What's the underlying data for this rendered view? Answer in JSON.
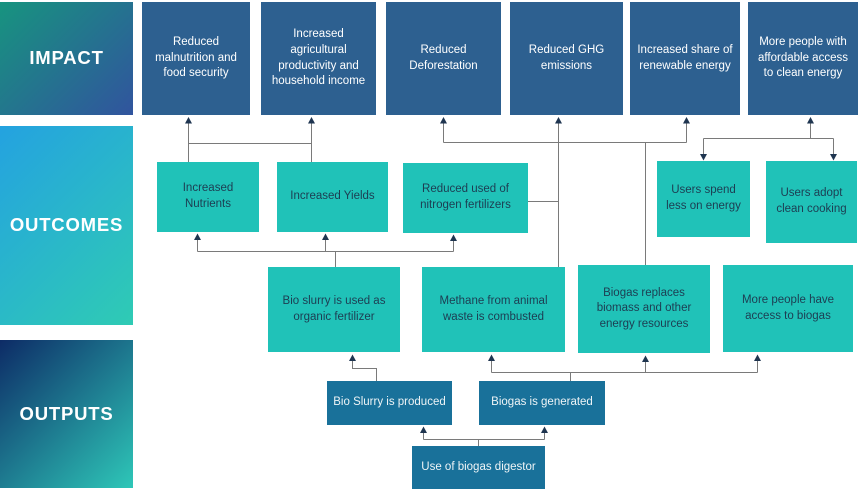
{
  "title": "Biogas digestor theory of change diagram",
  "colors": {
    "impact_box": "#2d6090",
    "outcome_box": "#20c2b8",
    "output_box": "#19719a",
    "connector_line": "#7a7a7a",
    "arrowhead": "#1f3550",
    "impact_rail_from": "#17947f",
    "impact_rail_to": "#31549e",
    "outcomes_rail_from": "#24a2e0",
    "outcomes_rail_to": "#2fcbb4",
    "outputs_rail_from": "#0d2b66",
    "outputs_rail_to": "#2ec7b8",
    "impact_text": "#ffffff",
    "outcome_text": "#1d3d52",
    "output_text": "#eef4f6",
    "background": "#ffffff"
  },
  "rails": {
    "impact": "IMPACT",
    "outcomes": "OUTCOMES",
    "outputs": "OUTPUTS"
  },
  "impact": {
    "boxes": [
      {
        "label": "Reduced malnutrition and food security"
      },
      {
        "label": "Increased agricultural productivity and household income"
      },
      {
        "label": "Reduced Deforestation"
      },
      {
        "label": "Reduced GHG emissions"
      },
      {
        "label": "Increased share of renewable energy"
      },
      {
        "label": "More people with affordable access to clean energy"
      }
    ]
  },
  "outcomes": {
    "boxes": [
      {
        "label": "Increased Nutrients"
      },
      {
        "label": "Increased Yields"
      },
      {
        "label": "Reduced used of nitrogen fertilizers"
      },
      {
        "label": "Users spend less on energy"
      },
      {
        "label": "Users adopt clean cooking"
      },
      {
        "label": "Bio slurry is used as organic fertilizer"
      },
      {
        "label": "Methane from animal waste is combusted"
      },
      {
        "label": "Biogas replaces biomass and other energy resources"
      },
      {
        "label": "More people have access to biogas"
      }
    ]
  },
  "outputs": {
    "boxes": [
      {
        "label": "Bio Slurry is produced"
      },
      {
        "label": "Biogas is generated"
      },
      {
        "label": "Use of biogas digestor"
      }
    ]
  }
}
